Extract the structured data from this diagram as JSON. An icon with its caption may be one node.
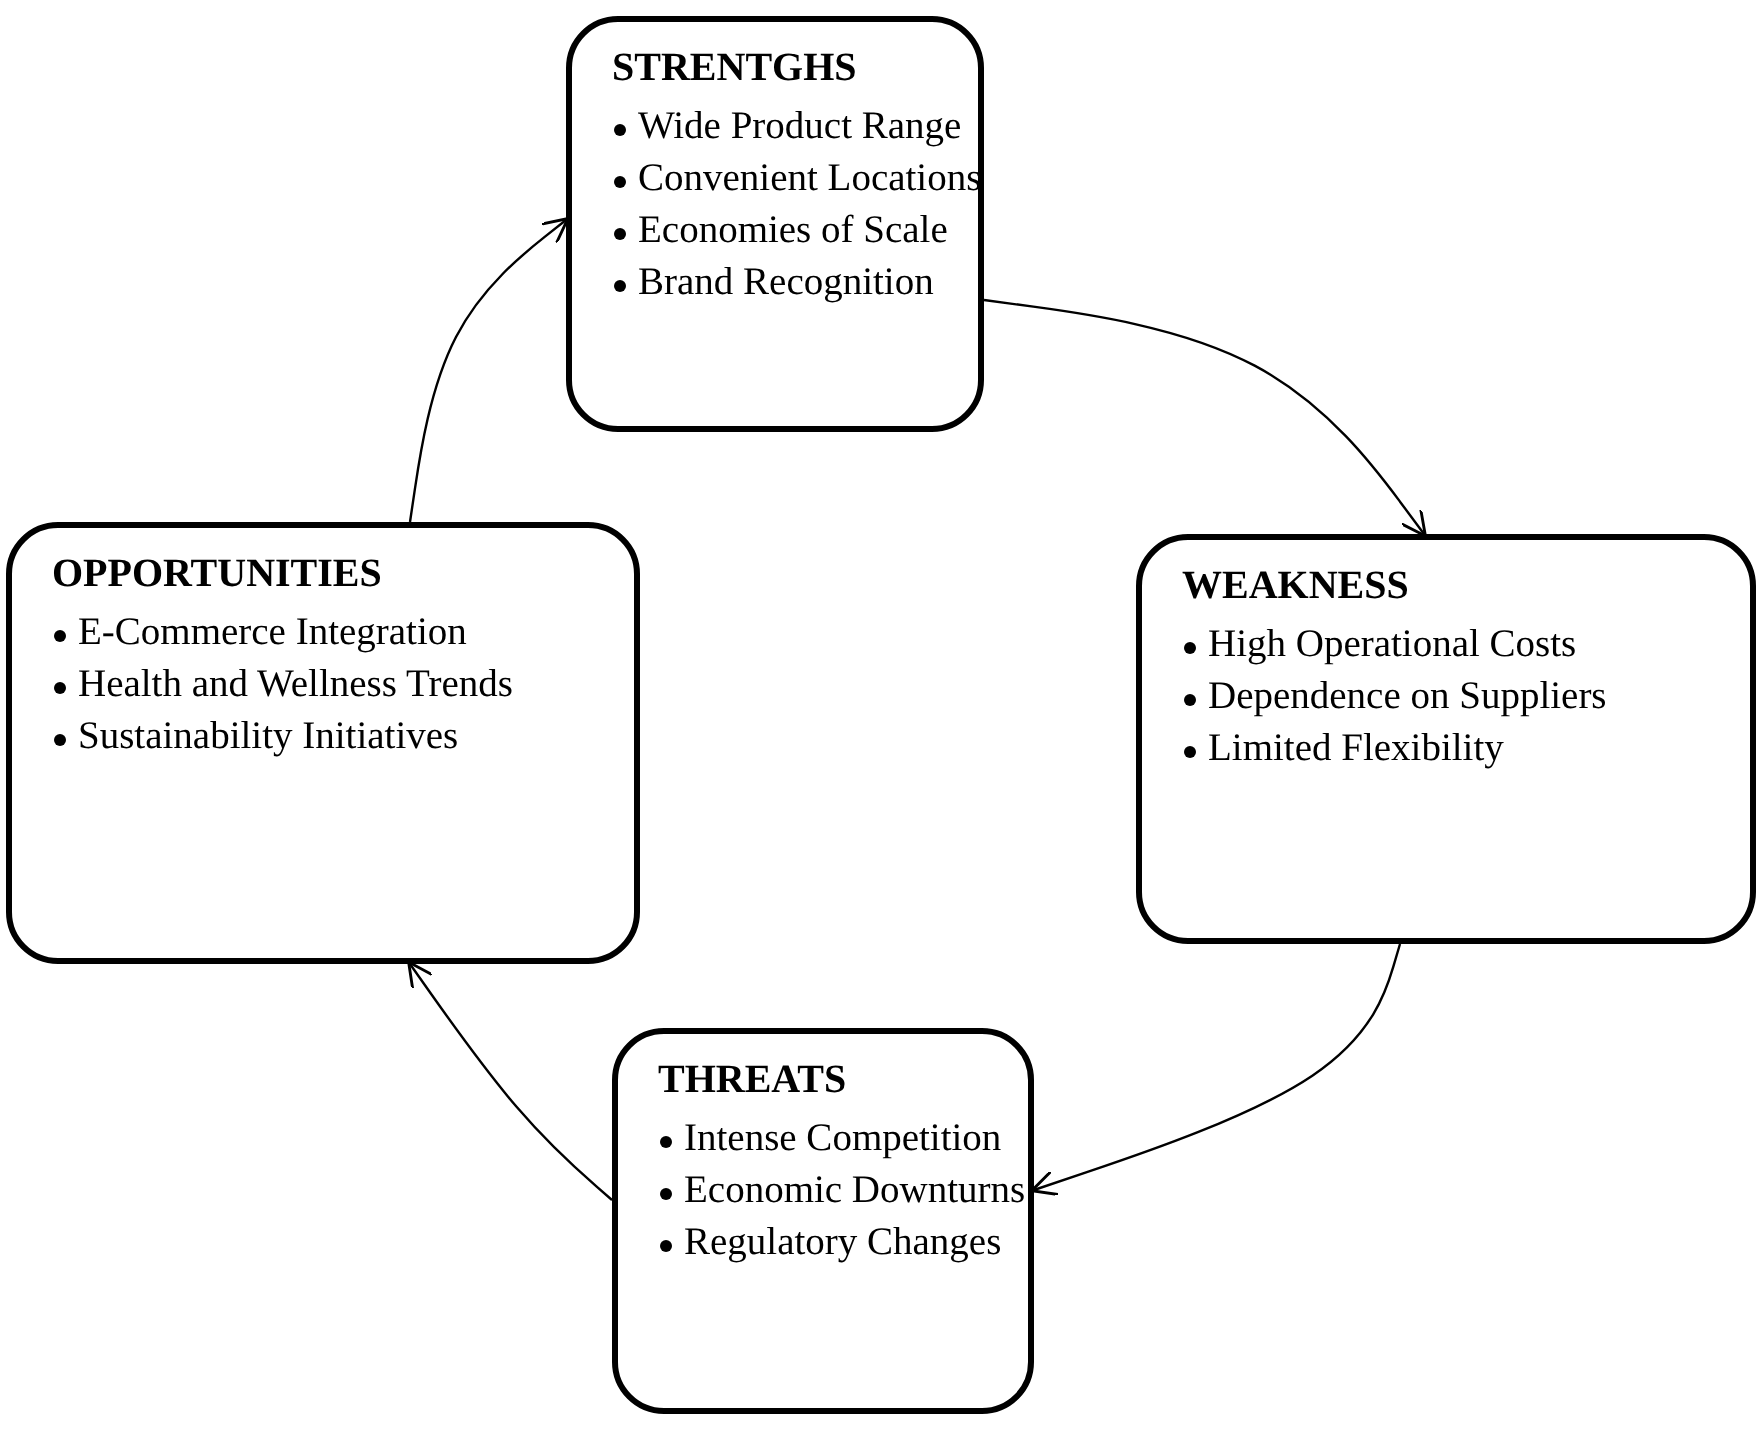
{
  "diagram": {
    "nodes": [
      {
        "text": [
          "STRENTGHS",
          "Wide Product Range",
          "Convenient Locations",
          "Economies of Scale",
          "Brand Recognition"
        ]
      },
      {
        "text": [
          "WEAKNESS",
          "High Operational Costs",
          "Dependence on Suppliers",
          "Limited Flexibility"
        ]
      },
      {
        "text": [
          "THREATS",
          "Intense Competition",
          "Economic Downturns",
          "Regulatory Changes"
        ]
      },
      {
        "text": [
          "OPPORTUNITIES",
          "E-Commerce Integration",
          "Health and Wellness Trends",
          "Sustainability Initiatives"
        ]
      }
    ],
    "edges": [
      {
        "from": 0,
        "to": 1,
        "arrow": "to"
      },
      {
        "from": 1,
        "to": 2,
        "arrow": "to"
      },
      {
        "from": 2,
        "to": 3,
        "arrow": "to"
      },
      {
        "from": 3,
        "to": 0,
        "arrow": "to"
      }
    ]
  }
}
